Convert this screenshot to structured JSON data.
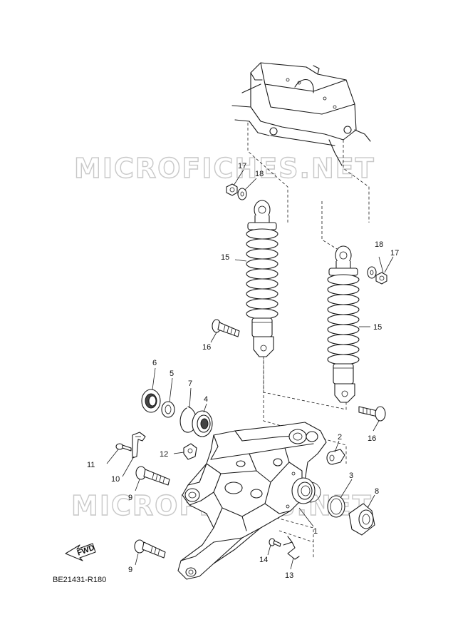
{
  "diagram_code": "BE21431-R180",
  "watermark": "MICROFICHES.NET",
  "fwd_label": "FWD",
  "callouts": {
    "c1": "1",
    "c2": "2",
    "c3": "3",
    "c4": "4",
    "c5": "5",
    "c6": "6",
    "c7": "7",
    "c8": "8",
    "c9a": "9",
    "c9b": "9",
    "c10": "10",
    "c11": "11",
    "c12": "12",
    "c13": "13",
    "c14": "14",
    "c15a": "15",
    "c15b": "15",
    "c16a": "16",
    "c16b": "16",
    "c17a": "17",
    "c17b": "17",
    "c18a": "18",
    "c18b": "18"
  }
}
